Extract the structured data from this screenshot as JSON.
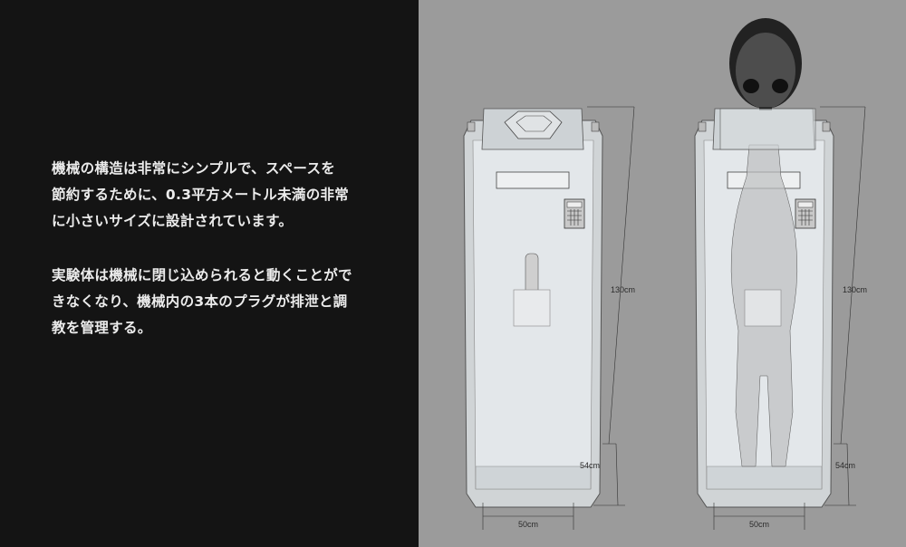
{
  "description": {
    "paragraph_1": "機械の構造は非常にシンプルで、スペースを\n節約するために、0.3平方メートル未満の非常\nに小さいサイズに設計されています。",
    "paragraph_2": "実験体は機械に閉じ込められると動くことがで\nきなくなり、機械内の3本のプラグが排泄と調\n教を管理する。"
  },
  "figure": {
    "machine_empty": {
      "height_label": "130cm",
      "base_label": "54cm",
      "width_label": "50cm"
    },
    "machine_occupied": {
      "height_label": "130cm",
      "base_label": "54cm",
      "width_label": "50cm"
    }
  },
  "colors": {
    "panel": "#141414",
    "background": "#9b9b9b",
    "body": "#d8dde0"
  }
}
